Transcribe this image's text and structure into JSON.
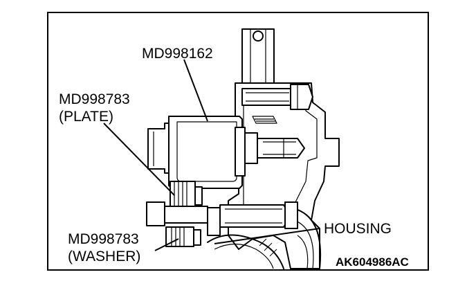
{
  "labels": {
    "tool_top": "MD998162",
    "plate_part": "MD998783",
    "plate_desc": "(PLATE)",
    "housing": "HOUSING",
    "washer_part": "MD998783",
    "washer_desc": "(WASHER)",
    "figure_code": "AK604986AC"
  }
}
